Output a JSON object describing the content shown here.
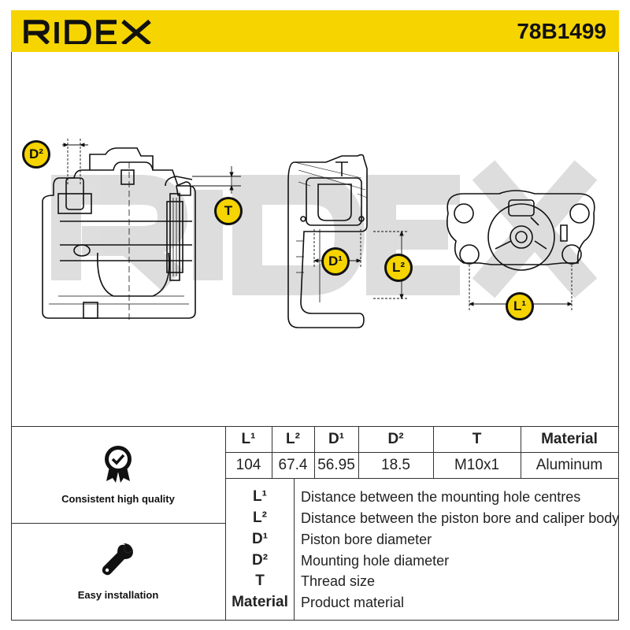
{
  "header": {
    "brand": "RIDEX",
    "part_number": "78B1499"
  },
  "diagram": {
    "dimension_labels": {
      "d2": "D²",
      "t": "T",
      "d1": "D¹",
      "l2": "L²",
      "l1": "L¹"
    },
    "watermark": "RIDEX"
  },
  "specs": {
    "headers": [
      "L¹",
      "L²",
      "D¹",
      "D²",
      "T",
      "Material"
    ],
    "values": [
      "104",
      "67.4",
      "56.95",
      "18.5",
      "M10x1",
      "Aluminum"
    ]
  },
  "legend": [
    {
      "symbol": "L¹",
      "description": "Distance between the mounting hole centres"
    },
    {
      "symbol": "L²",
      "description": "Distance between the piston bore and caliper body"
    },
    {
      "symbol": "D¹",
      "description": "Piston bore diameter"
    },
    {
      "symbol": "D²",
      "description": "Mounting hole diameter"
    },
    {
      "symbol": "T",
      "description": "Thread size"
    },
    {
      "symbol": "Material",
      "description": "Product material"
    }
  ],
  "features": [
    {
      "label": "Consistent high quality",
      "icon": "quality-badge-icon"
    },
    {
      "label": "Easy installation",
      "icon": "wrench-icon"
    }
  ],
  "colors": {
    "accent": "#f5d400",
    "text": "#1a1a1a"
  }
}
